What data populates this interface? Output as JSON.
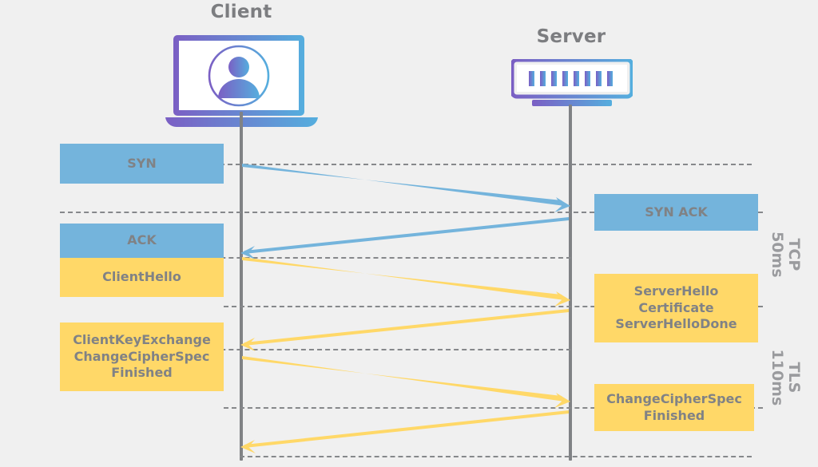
{
  "diagram": {
    "title_client": "Client",
    "title_server": "Server",
    "background": "#f0f0f0",
    "colors": {
      "tcp_blue": "#74b4dc",
      "tls_yellow": "#ffd868",
      "text_gray": "#808285",
      "lifeline_gray": "#808285",
      "icon_gradient_start": "#7b5fc4",
      "icon_gradient_end": "#55aede"
    },
    "icons": {
      "client": "laptop-user-icon",
      "server": "server-rack-icon"
    }
  },
  "client_messages": [
    {
      "id": "syn",
      "label": "SYN",
      "color": "blue"
    },
    {
      "id": "ack",
      "label": "ACK",
      "color": "blue"
    },
    {
      "id": "clienthello",
      "label": "ClientHello",
      "color": "yellow"
    },
    {
      "id": "clientkeyexchange",
      "label": "ClientKeyExchange\nChangeCipherSpec\nFinished",
      "color": "yellow"
    }
  ],
  "server_messages": [
    {
      "id": "synack",
      "label": "SYN ACK",
      "color": "blue"
    },
    {
      "id": "serverhello",
      "label": "ServerHello\nCertificate\nServerHelloDone",
      "color": "yellow"
    },
    {
      "id": "changecipherspec",
      "label": "ChangeCipherSpec\nFinished",
      "color": "yellow"
    }
  ],
  "phases": [
    {
      "id": "tcp",
      "line1": "TCP",
      "line2": "50ms"
    },
    {
      "id": "tls",
      "line1": "TLS",
      "line2": "110ms"
    }
  ],
  "arrows": [
    {
      "id": "syn-arrow",
      "direction": "right",
      "color": "blue"
    },
    {
      "id": "synack-arrow",
      "direction": "left",
      "color": "blue"
    },
    {
      "id": "clienthello-arrow",
      "direction": "right",
      "color": "yellow"
    },
    {
      "id": "serverhello-arrow",
      "direction": "left",
      "color": "yellow"
    },
    {
      "id": "clientkeyexchange-arrow",
      "direction": "right",
      "color": "yellow"
    },
    {
      "id": "serverfinished-arrow",
      "direction": "left",
      "color": "yellow"
    }
  ]
}
